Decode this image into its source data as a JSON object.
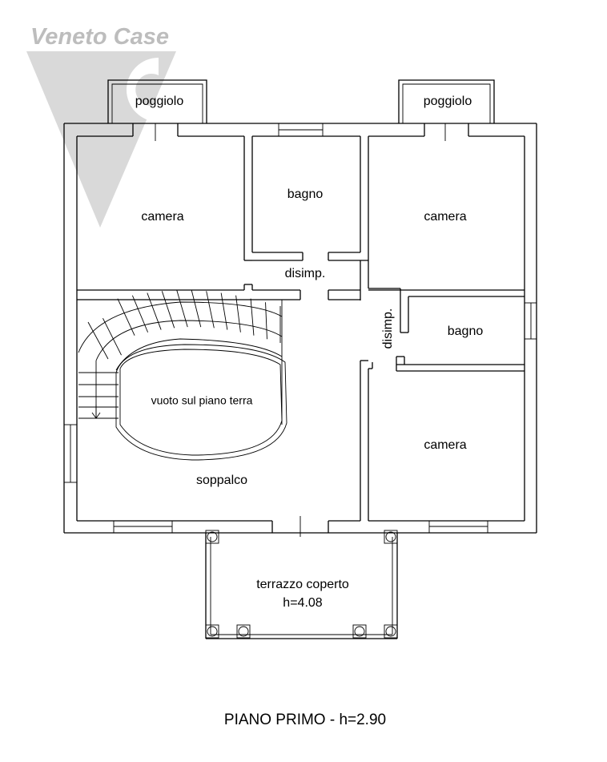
{
  "logo": {
    "text": "Veneto Case",
    "color": "#bdbdbd"
  },
  "rooms": {
    "poggiolo_left": "poggiolo",
    "poggiolo_right": "poggiolo",
    "camera_nw": "camera",
    "bagno_top": "bagno",
    "camera_ne": "camera",
    "disimp_center": "disimp.",
    "disimp_vertical": "disimp.",
    "bagno_right": "bagno",
    "void": "vuoto sul piano terra",
    "camera_se": "camera",
    "soppalco": "soppalco",
    "terrazzo": "terrazzo coperto",
    "terrazzo_height": "h=4.08"
  },
  "floor_title": "PIANO PRIMO - h=2.90"
}
